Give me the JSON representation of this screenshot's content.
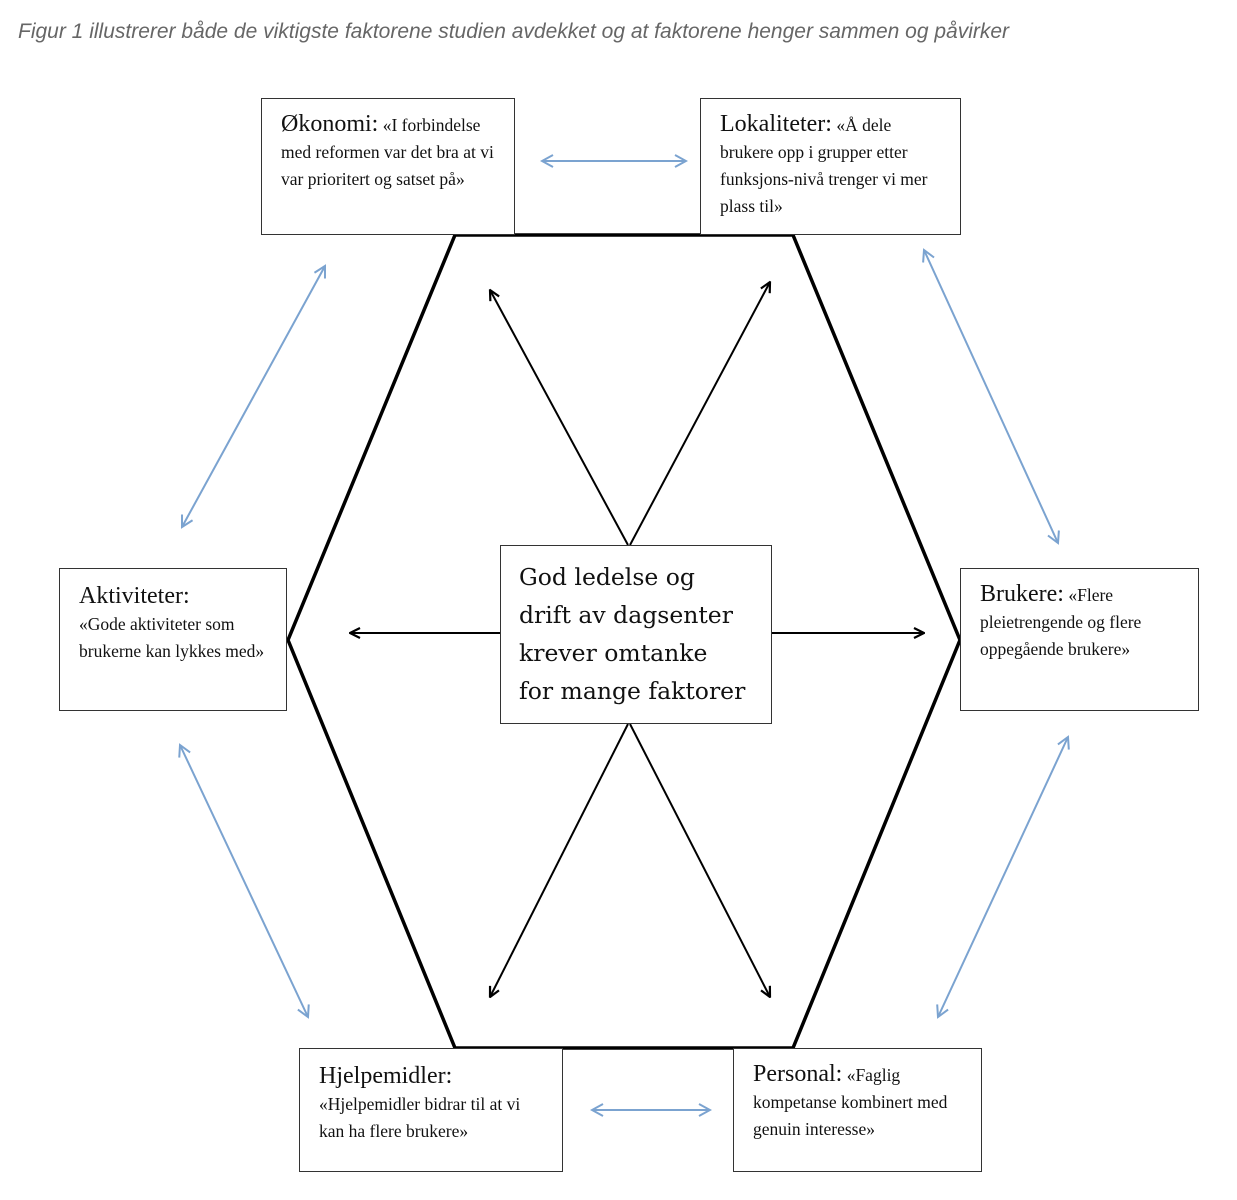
{
  "caption": "Figur 1 illustrerer både de viktigste faktorene studien avdekket og at faktorene henger sammen og påvirker",
  "colors": {
    "link_arrow": "#7ba3d0",
    "main_arrow": "#000000",
    "box_border": "#333333"
  },
  "center": {
    "lines": [
      "God ledelse og",
      "drift av dagsenter",
      "krever omtanke",
      "for mange faktorer"
    ]
  },
  "factors": {
    "okonomi": {
      "title": "Økonomi:",
      "quote": "«I forbindelse med reformen var det bra at vi var prioritert og satset på»"
    },
    "lokaliteter": {
      "title": "Lokaliteter:",
      "quote": "«Å dele brukere opp i grupper etter funksjons-nivå trenger vi mer plass til»"
    },
    "aktiviteter": {
      "title": "Aktiviteter:",
      "quote": "«Gode aktiviteter som brukerne kan lykkes med»"
    },
    "brukere": {
      "title": "Brukere:",
      "quote": "«Flere pleietrengende og flere oppegående brukere»"
    },
    "hjelpemidler": {
      "title": "Hjelpemidler:",
      "quote": "«Hjelpemidler bidrar til at vi kan ha flere brukere»"
    },
    "personal": {
      "title": "Personal:",
      "quote": "«Faglig kompetanse kombinert med genuin interesse»"
    }
  }
}
